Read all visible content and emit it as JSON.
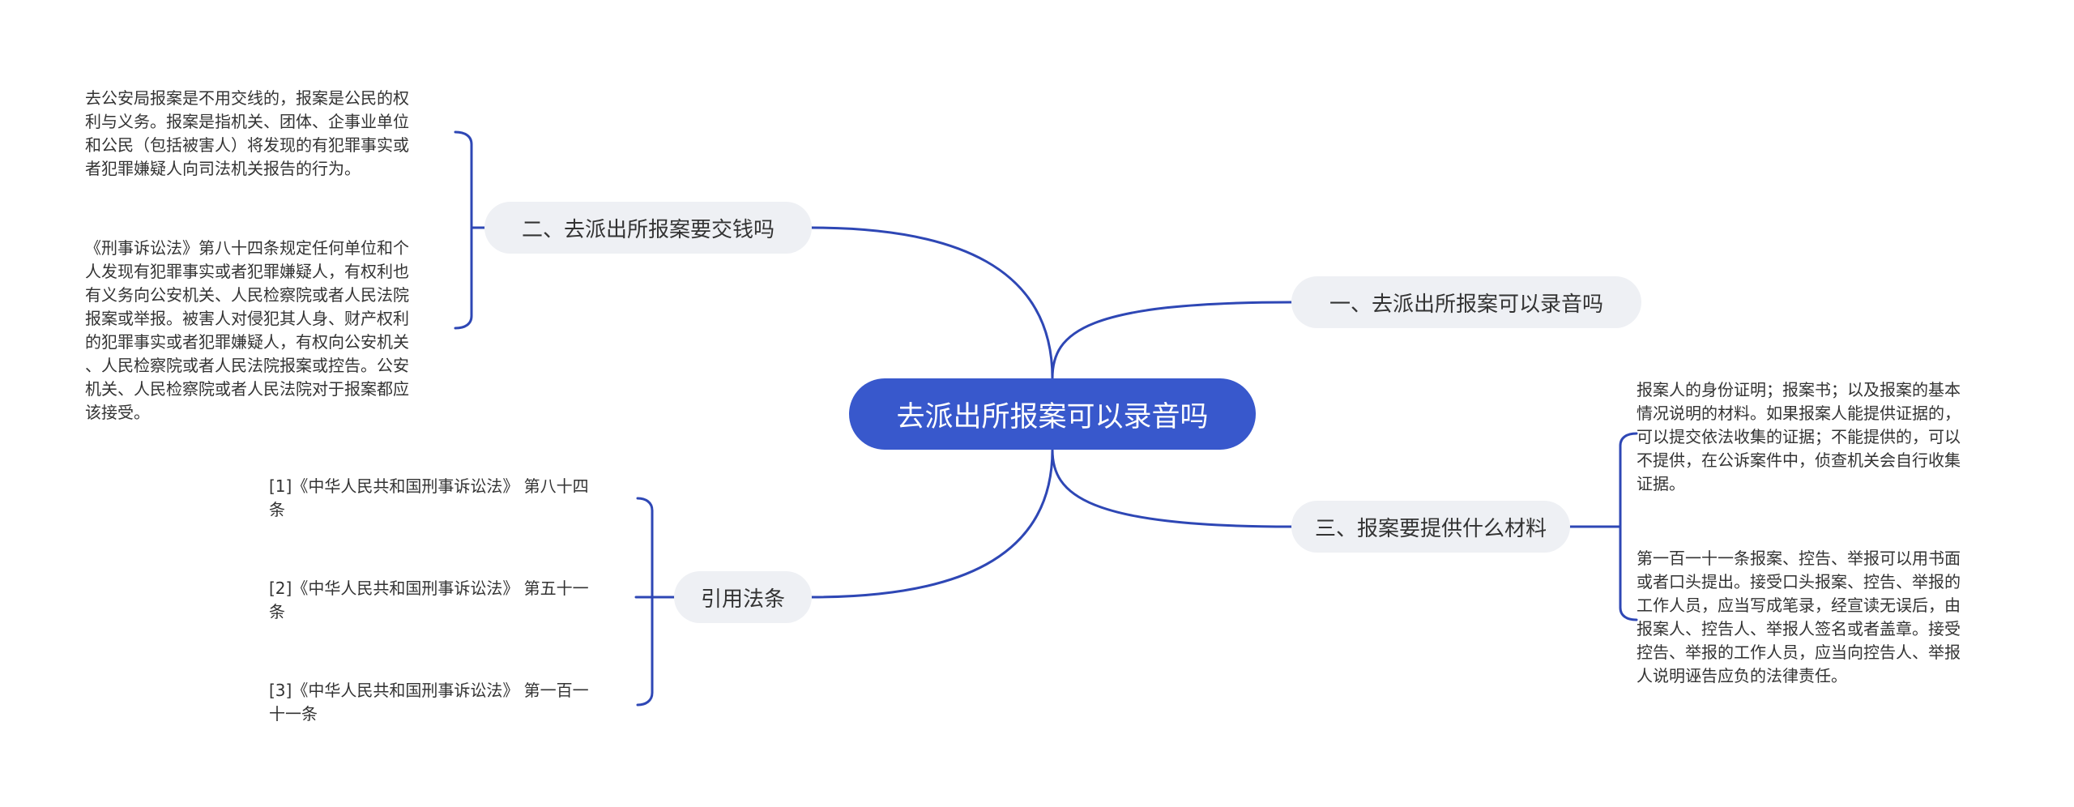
{
  "root": {
    "label": "去派出所报案可以录音吗"
  },
  "branches": {
    "recording": {
      "label": "一、去派出所报案可以录音吗"
    },
    "money": {
      "label": "二、去派出所报案要交钱吗",
      "notes": [
        "去公安局报案是不用交线的，报案是公民的权\n利与义务。报案是指机关、团体、企事业单位\n和公民（包括被害人）将发现的有犯罪事实或\n者犯罪嫌疑人向司法机关报告的行为。",
        "《刑事诉讼法》第八十四条规定任何单位和个\n人发现有犯罪事实或者犯罪嫌疑人，有权利也\n有义务向公安机关、人民检察院或者人民法院\n报案或举报。被害人对侵犯其人身、财产权利\n的犯罪事实或者犯罪嫌疑人，有权向公安机关\n、人民检察院或者人民法院报案或控告。公安\n机关、人民检察院或者人民法院对于报案都应\n该接受。"
      ]
    },
    "materials": {
      "label": "三、报案要提供什么材料",
      "notes": [
        "报案人的身份证明；报案书；以及报案的基本\n情况说明的材料。如果报案人能提供证据的，\n可以提交依法收集的证据；不能提供的，可以\n不提供，在公诉案件中，侦查机关会自行收集\n证据。",
        "第一百一十一条报案、控告、举报可以用书面\n或者口头提出。接受口头报案、控告、举报的\n工作人员，应当写成笔录，经宣读无误后，由\n报案人、控告人、举报人签名或者盖章。接受\n控告、举报的工作人员，应当向控告人、举报\n人说明诬告应负的法律责任。"
      ]
    },
    "laws": {
      "label": "引用法条",
      "notes": [
        "[1]《中华人民共和国刑事诉讼法》 第八十四\n条",
        "[2]《中华人民共和国刑事诉讼法》 第五十一\n条",
        "[3]《中华人民共和国刑事诉讼法》 第一百一\n十一条"
      ]
    }
  },
  "colors": {
    "root_fill": "#3858cc",
    "branch_fill": "#eef0f4",
    "edge": "#2e47b5",
    "text": "#333333"
  }
}
